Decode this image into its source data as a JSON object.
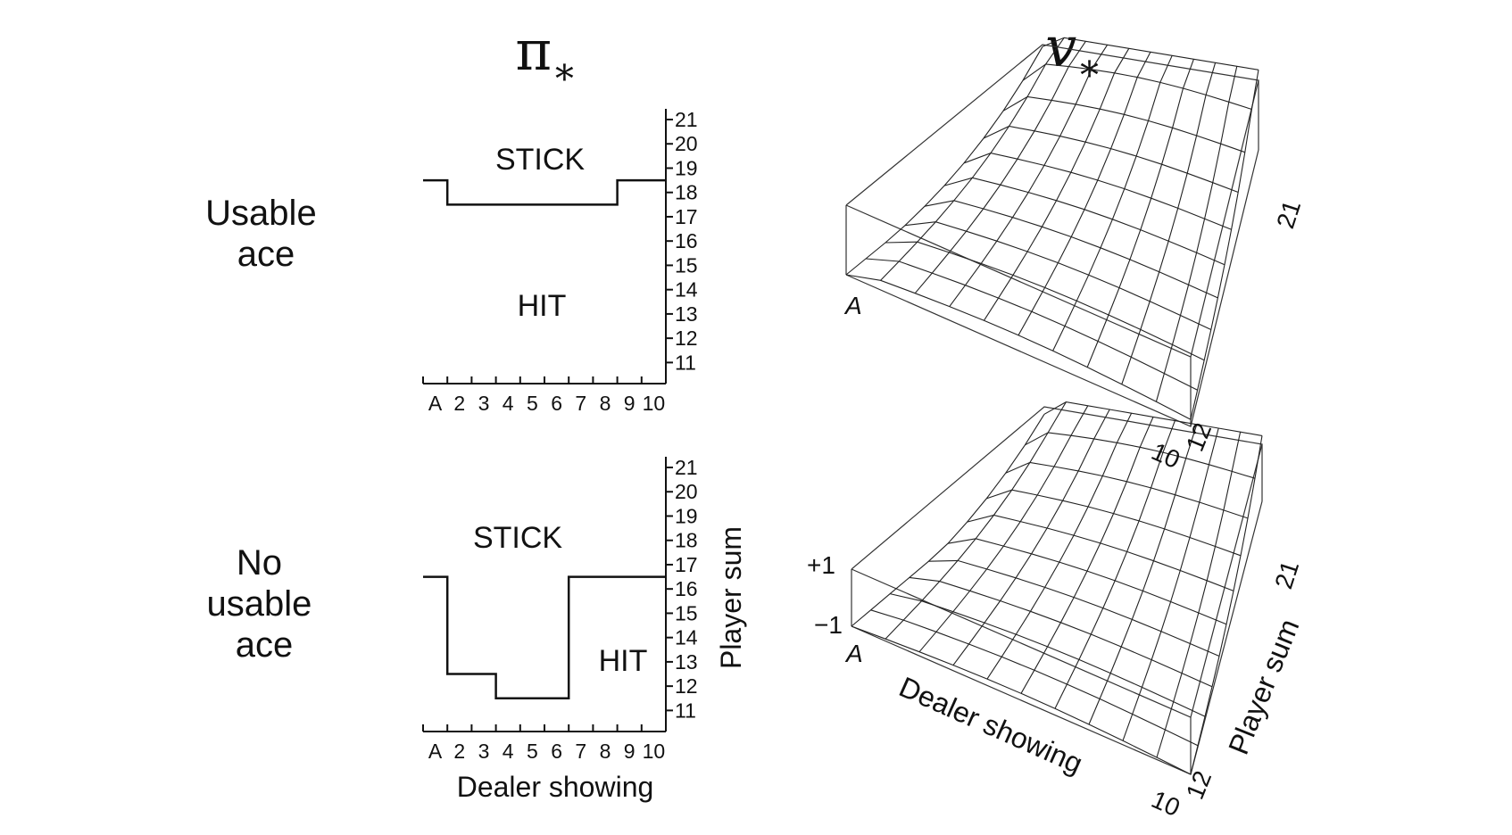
{
  "titles": {
    "policy": "π",
    "value": "v",
    "subscript": "∗"
  },
  "rows": [
    {
      "label_lines": [
        "Usable",
        "ace"
      ],
      "stick_label": "STICK",
      "hit_label": "HIT",
      "policy_threshold": [
        {
          "dealer": "A",
          "stick_at": 19
        },
        {
          "dealer": "2",
          "stick_at": 18
        },
        {
          "dealer": "3",
          "stick_at": 18
        },
        {
          "dealer": "4",
          "stick_at": 18
        },
        {
          "dealer": "5",
          "stick_at": 18
        },
        {
          "dealer": "6",
          "stick_at": 18
        },
        {
          "dealer": "7",
          "stick_at": 18
        },
        {
          "dealer": "8",
          "stick_at": 18
        },
        {
          "dealer": "9",
          "stick_at": 19
        },
        {
          "dealer": "10",
          "stick_at": 19
        }
      ],
      "surface_ticks": {
        "dealer_start": "A",
        "dealer_end": "10",
        "player_start": "12",
        "player_end": "21"
      }
    },
    {
      "label_lines": [
        "No",
        "usable",
        "ace"
      ],
      "stick_label": "STICK",
      "hit_label": "HIT",
      "policy_threshold": [
        {
          "dealer": "A",
          "stick_at": 17
        },
        {
          "dealer": "2",
          "stick_at": 13
        },
        {
          "dealer": "3",
          "stick_at": 13
        },
        {
          "dealer": "4",
          "stick_at": 12
        },
        {
          "dealer": "5",
          "stick_at": 12
        },
        {
          "dealer": "6",
          "stick_at": 12
        },
        {
          "dealer": "7",
          "stick_at": 17
        },
        {
          "dealer": "8",
          "stick_at": 17
        },
        {
          "dealer": "9",
          "stick_at": 17
        },
        {
          "dealer": "10",
          "stick_at": 17
        }
      ],
      "surface_ticks": {
        "dealer_start": "A",
        "dealer_end": "10",
        "player_start": "12",
        "player_end": "21"
      },
      "z_ticks": [
        "+1",
        "−1"
      ]
    }
  ],
  "axes": {
    "player_sum_ticks": [
      "21",
      "20",
      "19",
      "18",
      "17",
      "16",
      "15",
      "14",
      "13",
      "12",
      "11"
    ],
    "dealer_ticks": [
      "A",
      "2",
      "3",
      "4",
      "5",
      "6",
      "7",
      "8",
      "9",
      "10"
    ],
    "policy_y_title": "Player sum",
    "policy_x_title": "Dealer showing",
    "surface_dealer_title": "Dealer showing",
    "surface_player_title": "Player sum"
  }
}
